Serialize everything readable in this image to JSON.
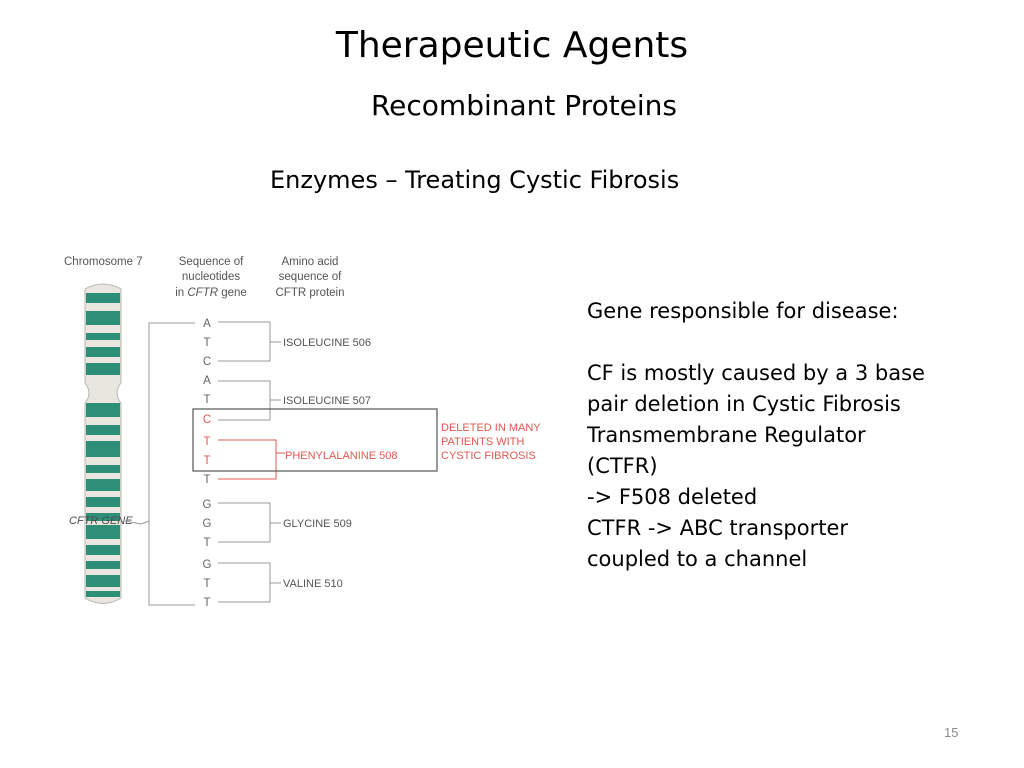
{
  "title": "Therapeutic Agents",
  "subtitle": "Recombinant Proteins",
  "heading": "Enzymes – Treating Cystic Fibrosis",
  "body": {
    "lines": [
      "Gene responsible for disease:",
      "",
      "CF is mostly caused by a 3 base",
      "pair deletion in Cystic Fibrosis",
      "Transmembrane Regulator",
      "(CTFR)",
      "-> F508 deleted",
      "CTFR -> ABC transporter",
      "coupled to a channel"
    ]
  },
  "figure": {
    "chromosome_label": "Chromosome 7",
    "sequence_header": [
      "Sequence of",
      "nucleotides",
      "in",
      "CFTR",
      "gene"
    ],
    "amino_header": [
      "Amino acid",
      "sequence of",
      "CFTR protein"
    ],
    "gene_label": "CFTR GENE",
    "nucleotides": [
      "A",
      "T",
      "C",
      "A",
      "T",
      "C",
      "T",
      "T",
      "T",
      "G",
      "G",
      "T",
      "G",
      "T",
      "T"
    ],
    "amino_acids": [
      "ISOLEUCINE 506",
      "ISOLEUCINE 507",
      "PHENYLALANINE 508",
      "GLYCINE 509",
      "VALINE 510"
    ],
    "deleted_note": [
      "DELETED IN MANY",
      "PATIENTS WITH",
      "CYSTIC FIBROSIS"
    ],
    "colors": {
      "chromosome_band": "#2d8f78",
      "chromosome_light": "#e8e6de",
      "highlight": "#e0584f",
      "line": "#9a9a9a"
    }
  },
  "page_number": "15"
}
